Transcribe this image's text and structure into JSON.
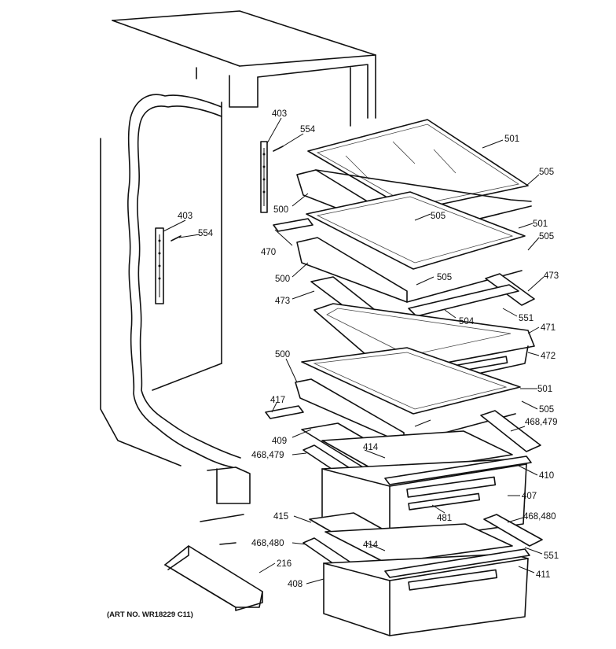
{
  "diagram": {
    "art_number": "(ART NO. WR18229 C11)",
    "callouts": {
      "c403_top": "403",
      "c554_top": "554",
      "c403_left": "403",
      "c554_left": "554",
      "c501_a": "501",
      "c505_a": "505",
      "c500_a": "500",
      "c505_b": "505",
      "c470": "470",
      "c501_b": "501",
      "c505_c": "505",
      "c500_b": "500",
      "c505_d": "505",
      "c473_a": "473",
      "c473_b": "473",
      "c504": "504",
      "c551_a": "551",
      "c471": "471",
      "c472": "472",
      "c500_c": "500",
      "c501_c": "501",
      "c417": "417",
      "c505_e": "505",
      "c468_479_a": "468,479",
      "c409": "409",
      "c468_479_b": "468,479",
      "c414_a": "414",
      "c410": "410",
      "c407": "407",
      "c415": "415",
      "c481": "481",
      "c468_480_a": "468,480",
      "c468_480_b": "468,480",
      "c414_b": "414",
      "c551_b": "551",
      "c216": "216",
      "c411": "411",
      "c408": "408"
    }
  }
}
